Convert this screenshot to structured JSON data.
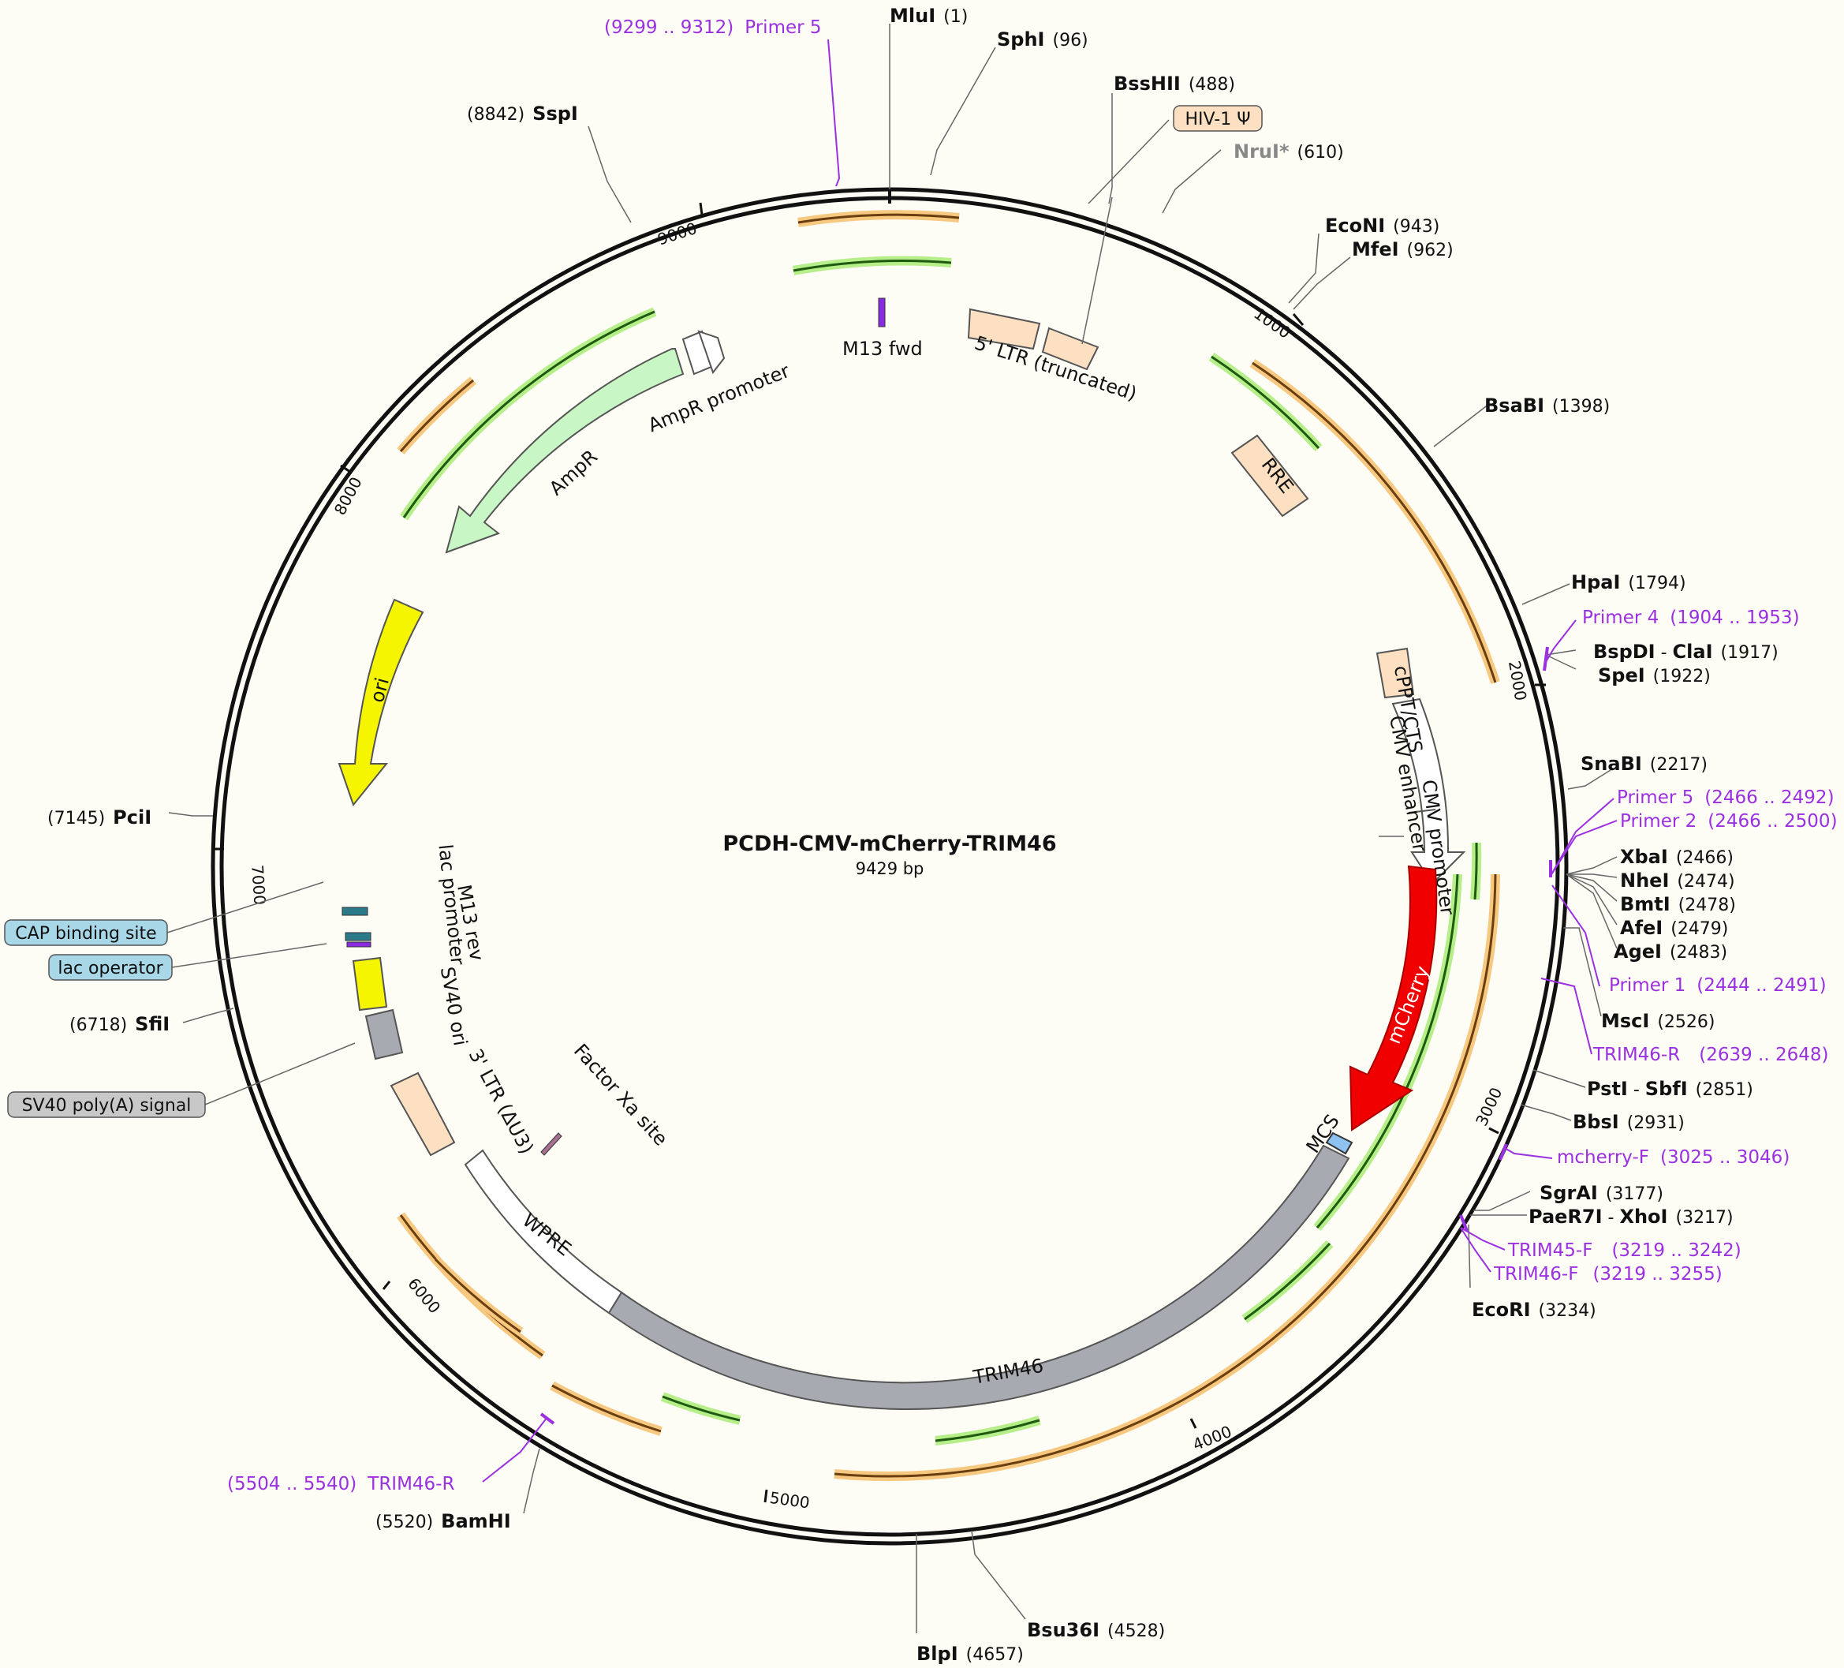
{
  "title": "PCDH-CMV-mCherry-TRIM46",
  "subtitle": "9429 bp",
  "ticks": [
    "1000",
    "2000",
    "3000",
    "4000",
    "5000",
    "6000",
    "7000",
    "8000",
    "9000"
  ],
  "sites": [
    {
      "name": "MluI",
      "pos": "(1)"
    },
    {
      "name": "SphI",
      "pos": "(96)"
    },
    {
      "name": "BssHII",
      "pos": "(488)"
    },
    {
      "name": "NruI*",
      "pos": "(610)"
    },
    {
      "name": "EcoNI",
      "pos": "(943)"
    },
    {
      "name": "MfeI",
      "pos": "(962)"
    },
    {
      "name": "BsaBI",
      "pos": "(1398)"
    },
    {
      "name": "HpaI",
      "pos": "(1794)"
    },
    {
      "name": "BspDI",
      "sep": " - ",
      "name2": "ClaI",
      "pos": "(1917)"
    },
    {
      "name": "SpeI",
      "pos": "(1922)"
    },
    {
      "name": "SnaBI",
      "pos": "(2217)"
    },
    {
      "name": "XbaI",
      "pos": "(2466)"
    },
    {
      "name": "NheI",
      "pos": "(2474)"
    },
    {
      "name": "BmtI",
      "pos": "(2478)"
    },
    {
      "name": "AfeI",
      "pos": "(2479)"
    },
    {
      "name": "AgeI",
      "pos": "(2483)"
    },
    {
      "name": "MscI",
      "pos": "(2526)"
    },
    {
      "name": "PstI",
      "sep": " - ",
      "name2": "SbfI",
      "pos": "(2851)"
    },
    {
      "name": "BbsI",
      "pos": "(2931)"
    },
    {
      "name": "SgrAI",
      "pos": "(3177)"
    },
    {
      "name": "PaeR7I",
      "sep": " - ",
      "name2": "XhoI",
      "pos": "(3217)"
    },
    {
      "name": "EcoRI",
      "pos": "(3234)"
    },
    {
      "name": "Bsu36I",
      "pos": "(4528)"
    },
    {
      "name": "BlpI",
      "pos": "(4657)"
    },
    {
      "name": "BamHI",
      "pos": "(5520)"
    },
    {
      "name": "SfiI",
      "pos": "(6718)"
    },
    {
      "name": "PciI",
      "pos": "(7145)"
    },
    {
      "name": "SspI",
      "pos": "(8842)"
    }
  ],
  "primers": [
    {
      "name": "Primer 5",
      "range": "(9299 .. 9312)"
    },
    {
      "name": "Primer 4",
      "range": "(1904 .. 1953)"
    },
    {
      "name": "Primer 5",
      "range": "(2466 .. 2492)"
    },
    {
      "name": "Primer 2",
      "range": "(2466 .. 2500)"
    },
    {
      "name": "Primer 1",
      "range": "(2444 .. 2491)"
    },
    {
      "name": "TRIM46-R",
      "range": "(2639 .. 2648)"
    },
    {
      "name": "mcherry-F",
      "range": "(3025 .. 3046)"
    },
    {
      "name": "TRIM45-F",
      "range": "(3219 .. 3242)"
    },
    {
      "name": "TRIM46-F",
      "range": "(3219 .. 3255)"
    },
    {
      "name": "TRIM46-R",
      "range": "(5504 .. 5540)"
    }
  ],
  "features": {
    "m13fwd": "M13 fwd",
    "ltr5": "5' LTR (truncated)",
    "hiv": "HIV-1 Ψ",
    "rre": "RRE",
    "ampr": "AmpR",
    "amprPromoter": "AmpR promoter",
    "ori": "ori",
    "lacPromoter": "lac promoter",
    "m13rev": "M13 rev",
    "sv40ori": "SV40 ori",
    "ltr3": "3' LTR (ΔU3)",
    "factorxa": "Factor Xa site",
    "wpre": "WPRE",
    "trim46": "TRIM46",
    "mcs": "MCS",
    "mcherry": "mCherry",
    "cmvPromoter": "CMV promoter",
    "cmvEnhancer": "CMV enhancer",
    "cppt": "cPPT/CTS",
    "cap": "CAP binding site",
    "lacop": "lac operator",
    "sv40polya": "SV40 poly(A) signal"
  },
  "colors": {
    "background": "#fdfcf5",
    "primer": "#9b30e0",
    "ampr": "#c8f7c5",
    "ori": "#f5f500",
    "mcherry": "#f00000",
    "trim46": "#a7aab0",
    "ltr": "#fde0c2",
    "orf_orange": "#f7c880",
    "orf_green": "#b6ef8a"
  }
}
